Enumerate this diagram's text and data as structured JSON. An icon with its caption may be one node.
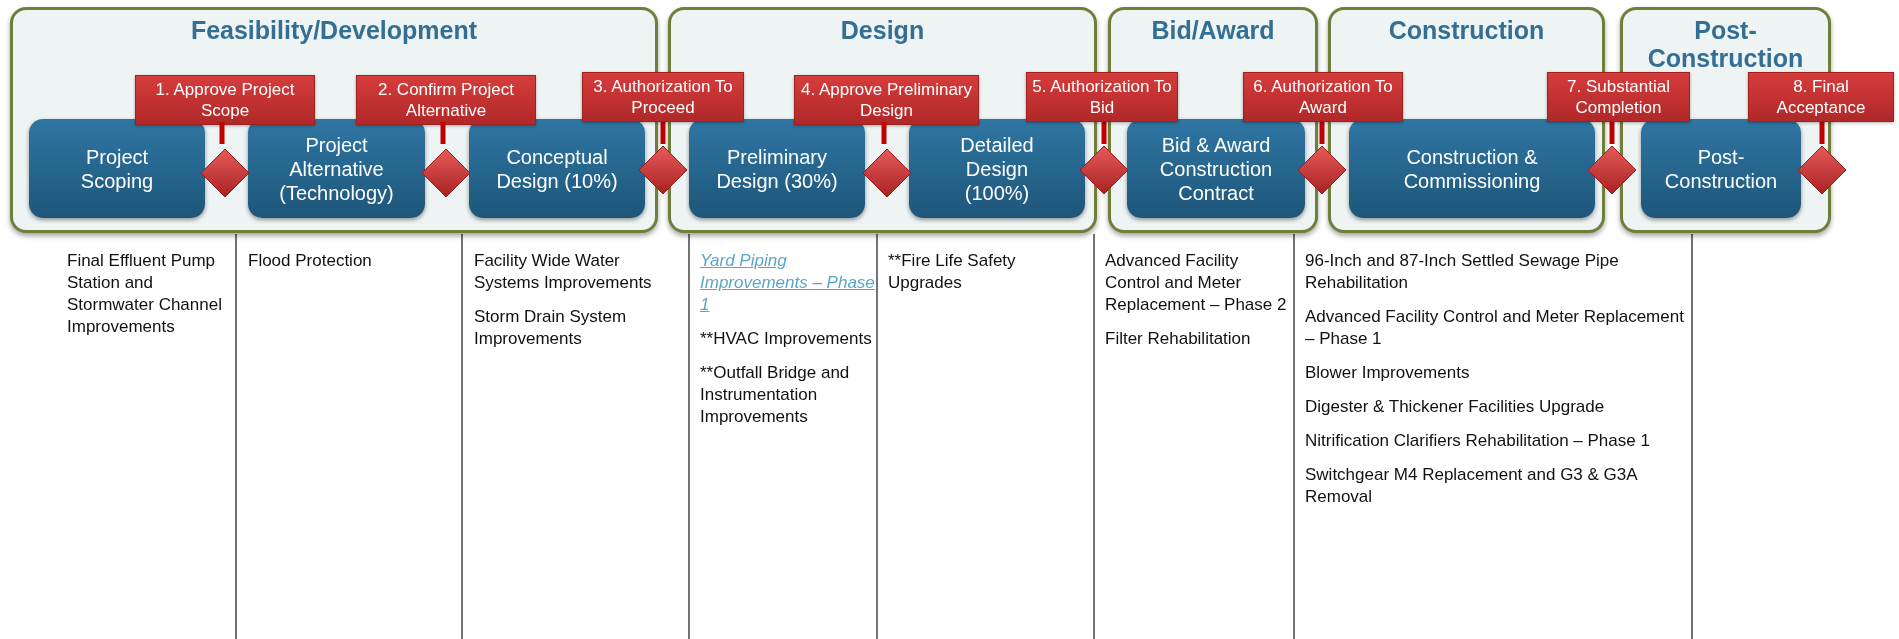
{
  "diagram": {
    "nodes": [
      {
        "text": [
          "Feasibility/Development"
        ]
      },
      {
        "text": [
          "Design"
        ]
      },
      {
        "text": [
          "Bid/Award"
        ]
      },
      {
        "text": [
          "Construction"
        ]
      },
      {
        "text": [
          "Post- Construction"
        ]
      },
      {
        "text": [
          "Project Scoping"
        ],
        "in": 0
      },
      {
        "text": [
          "Project Alternative (Technology)"
        ],
        "in": 0
      },
      {
        "text": [
          "Conceptual Design (10%)"
        ],
        "in": 0
      },
      {
        "text": [
          "Preliminary Design (30%)"
        ],
        "in": 1
      },
      {
        "text": [
          "Detailed Design (100%)"
        ],
        "in": 1
      },
      {
        "text": [
          "Bid & Award Construction Contract"
        ],
        "in": 2
      },
      {
        "text": [
          "Construction & Commissioning"
        ],
        "in": 3
      },
      {
        "text": [
          "Post- Construction"
        ],
        "in": 4
      },
      {
        "text": [
          "1. Approve Project Scope"
        ],
        "in": 0
      },
      {
        "text": [
          "2. Confirm Project Alternative"
        ],
        "in": 0
      },
      {
        "text": [
          "3. Authorization To Proceed"
        ]
      },
      {
        "text": [
          "4. Approve Preliminary Design"
        ],
        "in": 1
      },
      {
        "text": [
          "5. Authorization To Bid"
        ]
      },
      {
        "text": [
          "6. Authorization To Award"
        ]
      },
      {
        "text": [
          "7. Substantial Completion"
        ]
      },
      {
        "text": [
          "8. Final Acceptance"
        ]
      },
      {
        "text": [],
        "shape": "diamond",
        "in": 0
      },
      {
        "text": [],
        "shape": "diamond",
        "in": 0
      },
      {
        "text": [],
        "shape": "diamond"
      },
      {
        "text": [],
        "shape": "diamond",
        "in": 1
      },
      {
        "text": [],
        "shape": "diamond"
      },
      {
        "text": [],
        "shape": "diamond"
      },
      {
        "text": [],
        "shape": "diamond"
      },
      {
        "text": [],
        "shape": "diamond"
      }
    ],
    "edges": [
      {
        "from": 13,
        "to": 21,
        "arrow": "none"
      },
      {
        "from": 14,
        "to": 22,
        "arrow": "none"
      },
      {
        "from": 15,
        "to": 23,
        "arrow": "none"
      },
      {
        "from": 16,
        "to": 24,
        "arrow": "none"
      },
      {
        "from": 17,
        "to": 25,
        "arrow": "none"
      },
      {
        "from": 18,
        "to": 26,
        "arrow": "none"
      },
      {
        "from": 19,
        "to": 27,
        "arrow": "none"
      },
      {
        "from": 20,
        "to": 28,
        "arrow": "none"
      }
    ],
    "labels": [
      "Final Effluent Pump Station and Stormwater Channel Improvements",
      "Flood Protection",
      "Facility Wide Water Systems Improvements",
      "Storm Drain System Improvements",
      "Yard Piping Improvements – Phase 1",
      "**HVAC Improvements",
      "**Outfall Bridge and Instrumentation Improvements",
      "**Fire Life Safety Upgrades",
      "Advanced Facility Control and Meter Replacement – Phase 2",
      "Filter Rehabilitation",
      "96-Inch and 87-Inch Settled Sewage Pipe Rehabilitation",
      "Advanced Facility Control and Meter Replacement – Phase 1",
      "Blower Improvements",
      "Digester & Thickener Facilities Upgrade",
      "Nitrification Clarifiers Rehabilitation – Phase 1",
      "Switchgear M4 Replacement and G3 & G3A Removal"
    ]
  }
}
